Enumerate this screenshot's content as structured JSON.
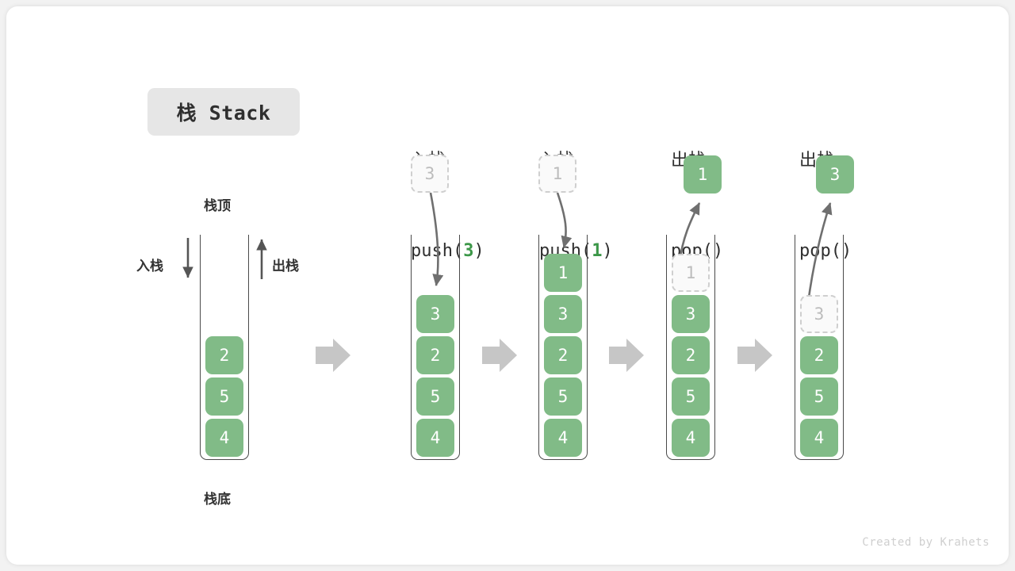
{
  "title": {
    "chip_label": "栈 Stack"
  },
  "colors": {
    "element_fill": "#81bb87",
    "element_text": "#ffffff",
    "ghost_fill": "#fafafa",
    "ghost_border": "#cfcfcf",
    "ghost_text": "#bcbcbc",
    "accent_green": "#3c9748",
    "wall": "#4a4a4a",
    "flow_arrow": "#c6c6c6",
    "chip_bg": "#e6e6e6",
    "curve_arrow": "#6f6f6f",
    "watermark": "#cfcfcf"
  },
  "left_labels": {
    "top": "栈顶",
    "bottom": "栈底",
    "push": "入栈",
    "pop": "出栈"
  },
  "columns": [
    {
      "id": "initial",
      "head_cn": "",
      "head_code": "",
      "head_code_arg": "",
      "elements": [
        "2",
        "5",
        "4"
      ],
      "ghost_in_stack": null,
      "ghost_above": null,
      "popped_above": null
    },
    {
      "id": "push-3",
      "head_cn": "入栈",
      "head_code_prefix": "push(",
      "head_code_arg": "3",
      "head_code_suffix": ")",
      "elements": [
        "3",
        "2",
        "5",
        "4"
      ],
      "ghost_above": "3",
      "ghost_in_stack": null,
      "popped_above": null
    },
    {
      "id": "push-1",
      "head_cn": "入栈",
      "head_code_prefix": "push(",
      "head_code_arg": "1",
      "head_code_suffix": ")",
      "elements": [
        "1",
        "3",
        "2",
        "5",
        "4"
      ],
      "ghost_above": "1",
      "ghost_in_stack": null,
      "popped_above": null
    },
    {
      "id": "pop-1",
      "head_cn": "出栈",
      "head_code_prefix": "pop(",
      "head_code_arg": "",
      "head_code_suffix": ")",
      "elements": [
        "3",
        "2",
        "5",
        "4"
      ],
      "ghost_above": null,
      "ghost_in_stack": "1",
      "popped_above": "1"
    },
    {
      "id": "pop-3",
      "head_cn": "出栈",
      "head_code_prefix": "pop(",
      "head_code_arg": "",
      "head_code_suffix": ")",
      "elements": [
        "2",
        "5",
        "4"
      ],
      "ghost_above": null,
      "ghost_in_stack": "3",
      "popped_above": "3"
    }
  ],
  "watermark": "Created by Krahets"
}
